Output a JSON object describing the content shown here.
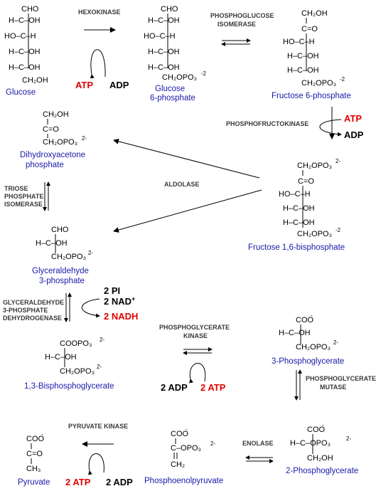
{
  "colors": {
    "caption": "#1a1aa8",
    "highlight": "#e00000",
    "enzyme": "#3a3a3a"
  },
  "glucose": {
    "c1": "CHO",
    "c2": "H–C–OH",
    "c3": "HO–C–H",
    "c4": "H–C–OH",
    "c5": "H–C–OH",
    "c6": "CH₂OH",
    "caption": "Glucose"
  },
  "hexokinase": {
    "label": "HEXOKINASE",
    "in": "ATP",
    "out": "ADP"
  },
  "g6p": {
    "c1": "CHO",
    "c2": "H–C–OH",
    "c3": "HO–C–H",
    "c4": "H–C–OH",
    "c5": "H–C–OH",
    "c6": "CH₂OPO₃",
    "charge": "-2",
    "caption1": "Glucose",
    "caption2": "6-phosphate"
  },
  "pgi": {
    "line1": "PHOSPHOGLUCOSE",
    "line2": "ISOMERASE"
  },
  "f6p": {
    "c1": "CH₂OH",
    "c2": "C=O",
    "c3": "HO–C–H",
    "c4": "H–C–OH",
    "c5": "H–C–OH",
    "c6": "CH₂OPO₃",
    "charge": "-2",
    "caption": "Fructose 6-phosphate"
  },
  "pfk": {
    "label": "PHOSPHOFRUCTOKINASE",
    "in": "ATP",
    "out": "ADP"
  },
  "dhap": {
    "c1": "CH₂OH",
    "c2": "C=O",
    "c3": "CH₂OPO₃",
    "charge": "2-",
    "caption1": "Dihydroxyacetone",
    "caption2": "phosphate"
  },
  "aldolase": {
    "label": "ALDOLASE"
  },
  "fbp": {
    "c1": "CH₂OPO₃",
    "c1charge": "2-",
    "c2": "C=O",
    "c3": "HO–C–H",
    "c4": "H–C–OH",
    "c5": "H–C–OH",
    "c6": "CH₂OPO₃",
    "charge": "-2",
    "caption": "Fructose 1,6-bisphosphate"
  },
  "tpi": {
    "line1": "TRIOSE",
    "line2": "PHOSPHATE",
    "line3": "ISOMERASE"
  },
  "g3p": {
    "c1": "CHO",
    "c2": "H–C–OH",
    "c3": "CH₂OPO₃",
    "charge": "2-",
    "caption1": "Glyceraldehyde",
    "caption2": "3-phosphate"
  },
  "gapdh": {
    "line1": "GLYCERALDEHYDE",
    "line2": "3-PHOSPHATE",
    "line3": "DEHYDROGENASE",
    "in1": "2 PI",
    "in2": "2 NAD",
    "in2sup": "+",
    "out": "2 NADH"
  },
  "bpg": {
    "c1": "COOPO₃",
    "c1charge": "2-",
    "c2": "H–C–OH",
    "c3": "CH₂OPO₃",
    "charge": "2-",
    "caption": "1,3-Bisphosphoglycerate"
  },
  "pgk": {
    "line1": "PHOSPHOGLYCERATE",
    "line2": "KINASE",
    "in": "2 ADP",
    "out": "2 ATP"
  },
  "pg3": {
    "c1": "COO",
    "c1charge": "-",
    "c2": "H–C–OH",
    "c3": "CH₂OPO₃",
    "charge": "2-",
    "caption": "3-Phosphoglycerate"
  },
  "pgm": {
    "line1": "PHOSPHOGLYCERATE",
    "line2": "MUTASE"
  },
  "pg2": {
    "c1": "COO",
    "c1charge": "-",
    "c2": "H–C–OPO₃",
    "c2charge": "2-",
    "c3": "CH₂OH",
    "caption": "2-Phosphoglycerate"
  },
  "enolase": {
    "label": "ENOLASE"
  },
  "pep": {
    "c1": "COO",
    "c1charge": "-",
    "c2": "C–OPO₃",
    "c2charge": "2-",
    "c3": "CH₂",
    "caption": "Phosphoenolpyruvate"
  },
  "pk": {
    "label": "PYRUVATE KINASE",
    "out": "2 ATP",
    "in": "2 ADP"
  },
  "pyruvate": {
    "c1": "COO",
    "c1charge": "-",
    "c2": "C=O",
    "c3": "CH₃",
    "caption": "Pyruvate"
  }
}
